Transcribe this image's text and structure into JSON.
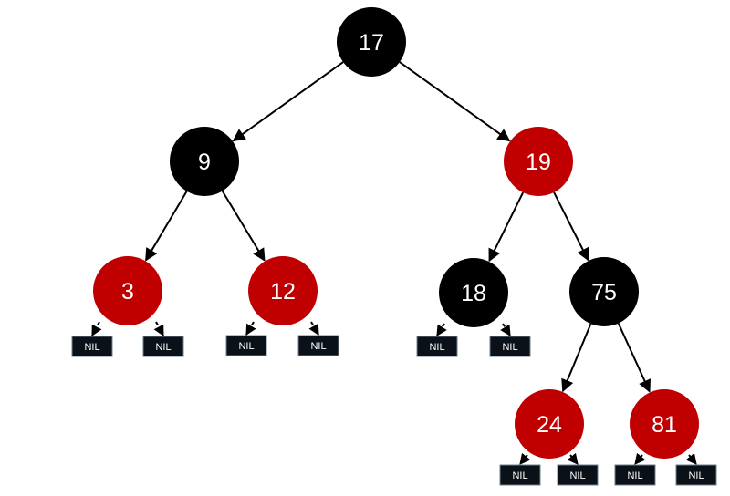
{
  "colors": {
    "black": "#000000",
    "red": "#c00000",
    "edge": "#000000",
    "nil_fill": "#0b1118",
    "nil_border": "#6f7f8f"
  },
  "nodes": [
    {
      "id": "n17",
      "label": "17",
      "color": "black"
    },
    {
      "id": "n9",
      "label": "9",
      "color": "black"
    },
    {
      "id": "n19",
      "label": "19",
      "color": "red"
    },
    {
      "id": "n3",
      "label": "3",
      "color": "red"
    },
    {
      "id": "n12",
      "label": "12",
      "color": "red"
    },
    {
      "id": "n18",
      "label": "18",
      "color": "black"
    },
    {
      "id": "n75",
      "label": "75",
      "color": "black"
    },
    {
      "id": "n24",
      "label": "24",
      "color": "red"
    },
    {
      "id": "n81",
      "label": "81",
      "color": "red"
    }
  ],
  "edges": [
    {
      "from": "n17",
      "to": "n9"
    },
    {
      "from": "n17",
      "to": "n19"
    },
    {
      "from": "n9",
      "to": "n3"
    },
    {
      "from": "n9",
      "to": "n12"
    },
    {
      "from": "n19",
      "to": "n18"
    },
    {
      "from": "n19",
      "to": "n75"
    },
    {
      "from": "n75",
      "to": "n24"
    },
    {
      "from": "n75",
      "to": "n81"
    }
  ],
  "nil_leaves": [
    {
      "parent": "n3",
      "label": "NIL"
    },
    {
      "parent": "n3",
      "label": "NIL"
    },
    {
      "parent": "n12",
      "label": "NIL"
    },
    {
      "parent": "n12",
      "label": "NIL"
    },
    {
      "parent": "n18",
      "label": "NIL"
    },
    {
      "parent": "n18",
      "label": "NIL"
    },
    {
      "parent": "n24",
      "label": "NIL"
    },
    {
      "parent": "n24",
      "label": "NIL"
    },
    {
      "parent": "n81",
      "label": "NIL"
    },
    {
      "parent": "n81",
      "label": "NIL"
    }
  ]
}
